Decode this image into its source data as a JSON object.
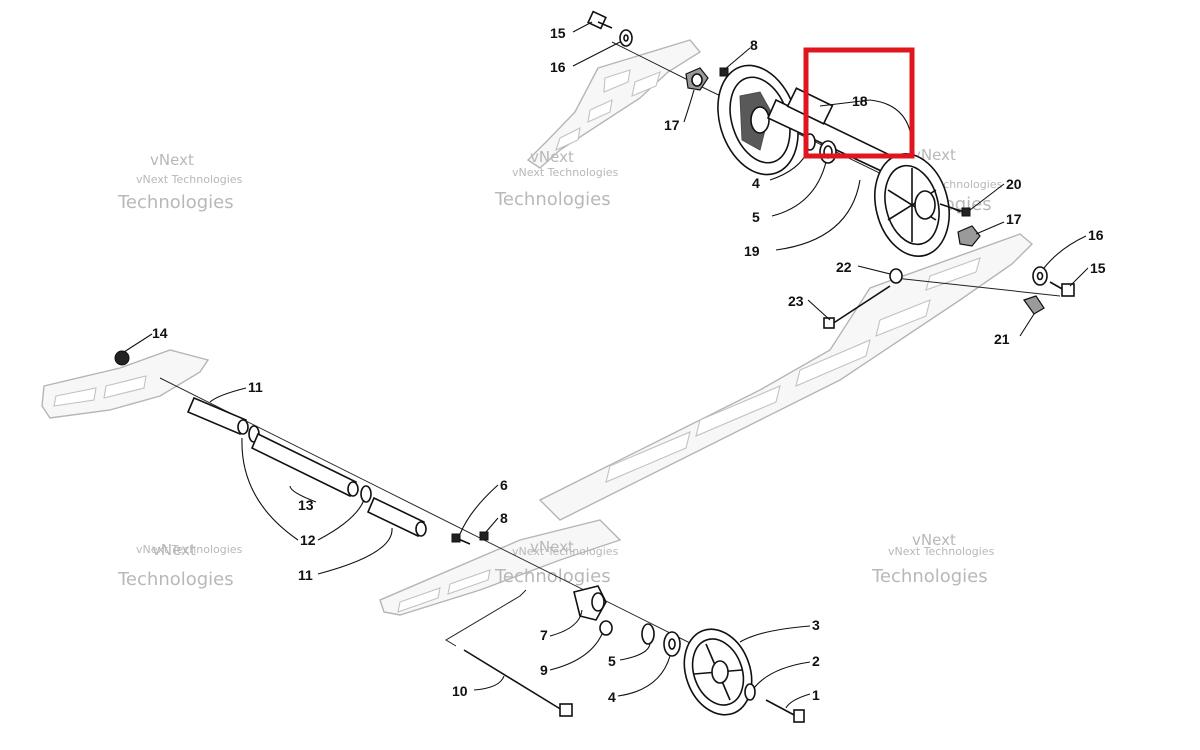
{
  "diagram": {
    "watermark_line1": "vNext",
    "watermark_line2": "vNext Technologies",
    "watermark_line3": "Technologies",
    "labels": {
      "p1": "1",
      "p2": "2",
      "p3": "3",
      "p4a": "4",
      "p4b": "4",
      "p5a": "5",
      "p5b": "5",
      "p6": "6",
      "p7": "7",
      "p8a": "8",
      "p8b": "8",
      "p9": "9",
      "p10": "10",
      "p11a": "11",
      "p11b": "11",
      "p12": "12",
      "p13": "13",
      "p14": "14",
      "p15a": "15",
      "p15b": "15",
      "p16a": "16",
      "p16b": "16",
      "p17a": "17",
      "p17b": "17",
      "p18": "18",
      "p19": "19",
      "p20": "20",
      "p21": "21",
      "p22": "22",
      "p23": "23"
    },
    "highlight_color": "#e0161e"
  }
}
